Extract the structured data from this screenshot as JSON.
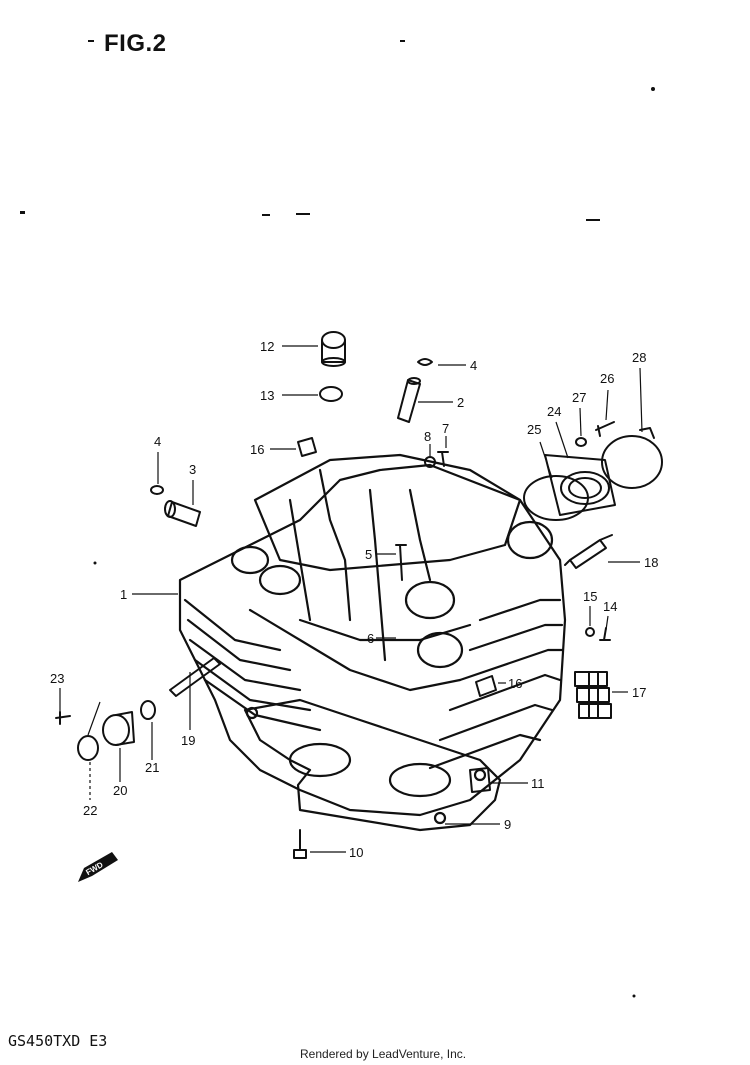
{
  "figure": {
    "title": "FIG.2",
    "model_code": "GS450TXD E3",
    "credit": "Rendered by LeadVenture, Inc.",
    "direction_marker": "FWD"
  },
  "callouts": [
    {
      "id": "c1",
      "label": "1"
    },
    {
      "id": "c2",
      "label": "2"
    },
    {
      "id": "c3",
      "label": "3"
    },
    {
      "id": "c4a",
      "label": "4"
    },
    {
      "id": "c4b",
      "label": "4"
    },
    {
      "id": "c5",
      "label": "5"
    },
    {
      "id": "c6",
      "label": "6"
    },
    {
      "id": "c7",
      "label": "7"
    },
    {
      "id": "c8",
      "label": "8"
    },
    {
      "id": "c9",
      "label": "9"
    },
    {
      "id": "c10",
      "label": "10"
    },
    {
      "id": "c11",
      "label": "11"
    },
    {
      "id": "c12",
      "label": "12"
    },
    {
      "id": "c13",
      "label": "13"
    },
    {
      "id": "c14",
      "label": "14"
    },
    {
      "id": "c15",
      "label": "15"
    },
    {
      "id": "c16a",
      "label": "16"
    },
    {
      "id": "c16b",
      "label": "16"
    },
    {
      "id": "c17",
      "label": "17"
    },
    {
      "id": "c18",
      "label": "18"
    },
    {
      "id": "c19",
      "label": "19"
    },
    {
      "id": "c20",
      "label": "20"
    },
    {
      "id": "c21",
      "label": "21"
    },
    {
      "id": "c22",
      "label": "22"
    },
    {
      "id": "c23",
      "label": "23"
    },
    {
      "id": "c24",
      "label": "24"
    },
    {
      "id": "c25",
      "label": "25"
    },
    {
      "id": "c26",
      "label": "26"
    },
    {
      "id": "c27",
      "label": "27"
    },
    {
      "id": "c28",
      "label": "28"
    }
  ]
}
